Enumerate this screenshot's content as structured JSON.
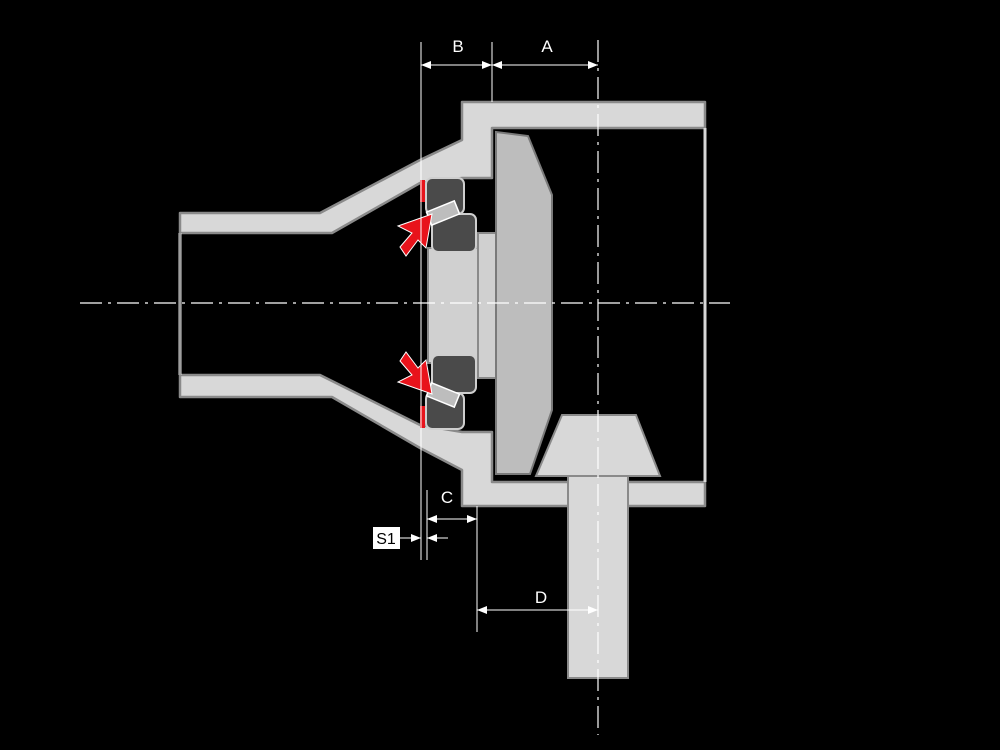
{
  "dimensions": {
    "a_label": "A",
    "b_label": "B",
    "c_label": "C",
    "d_label": "D",
    "s1_label": "S1"
  },
  "colors": {
    "background": "#000000",
    "part_fill": "#d8d8d8",
    "part_stroke": "#8a8a8a",
    "gear_fill": "#bdbdbd",
    "bearing_fill": "#4a4a4a",
    "force_arrow": "#e8131b",
    "line": "#ffffff"
  }
}
